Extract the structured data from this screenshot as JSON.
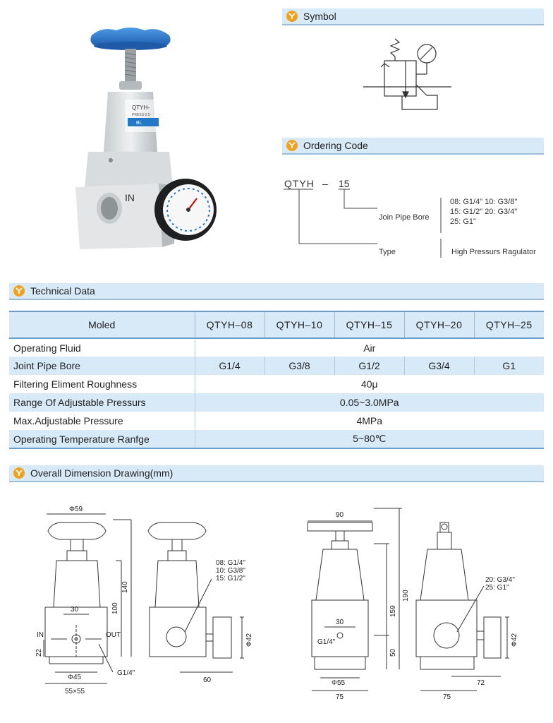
{
  "sections": {
    "symbol": "Symbol",
    "ordering": "Ordering Code",
    "technical": "Technical Data",
    "dimension": "Overall Dimension Drawing(mm)"
  },
  "product": {
    "label_top": "QTYH-",
    "label_press": "PRESS 0.5-",
    "label_brand": "BL",
    "port_label": "IN"
  },
  "ordering": {
    "code_prefix": "QTYH",
    "dash": "–",
    "code_suffix": "15",
    "joint_label": "Join Pipe Bore",
    "options": [
      "08: G1/4\"  10: G3/8\"",
      "15: G1/2\"  20: G3/4\"",
      "25: G1\""
    ],
    "type_label": "Type",
    "type_value": "High Pressurs Ragulator"
  },
  "technical": {
    "header": [
      "Moled",
      "QTYH–08",
      "QTYH–10",
      "QTYH–15",
      "QTYH–20",
      "QTYH–25"
    ],
    "rows": [
      {
        "label": "Operating Fluid",
        "value": "Air"
      },
      {
        "label": "Joint Pipe Bore",
        "values": [
          "G1/4",
          "G3/8",
          "G1/2",
          "G3/4",
          "G1"
        ]
      },
      {
        "label": "Filtering Eliment Roughness",
        "value": "40μ"
      },
      {
        "label": "Range Of Adjustable Pressurs",
        "value": "0.05~3.0MPa"
      },
      {
        "label": "Max.Adjustable Pressure",
        "value": "4MPa"
      },
      {
        "label": "Operating Temperature Ranfge",
        "value": "5~80℃"
      }
    ]
  },
  "drawing": {
    "d1": {
      "phi59": "Φ59",
      "h140": "140",
      "h100": "100",
      "w30": "30",
      "in": "IN",
      "out": "OUT",
      "h22": "22",
      "phi45": "Φ45",
      "sq": "55×55",
      "g14": "G1/4\""
    },
    "d2": {
      "sizes": [
        "08: G1/4\"",
        "10: G3/8\"",
        "15: G1/2\""
      ],
      "phi42": "Φ42",
      "w60": "60"
    },
    "d3": {
      "w90": "90",
      "h190": "190",
      "h159": "159",
      "w30": "30",
      "g14": "G1/4\"",
      "h50": "50",
      "phi55": "Φ55",
      "w75": "75"
    },
    "d4": {
      "sizes": [
        "20: G3/4\"",
        "25: G1\""
      ],
      "phi42": "Φ42",
      "w72": "72",
      "w75": "75"
    }
  },
  "colors": {
    "section_bg": "#d8e9f7",
    "badge": "#f0a21e",
    "knob_blue": "#2f7fd0"
  }
}
